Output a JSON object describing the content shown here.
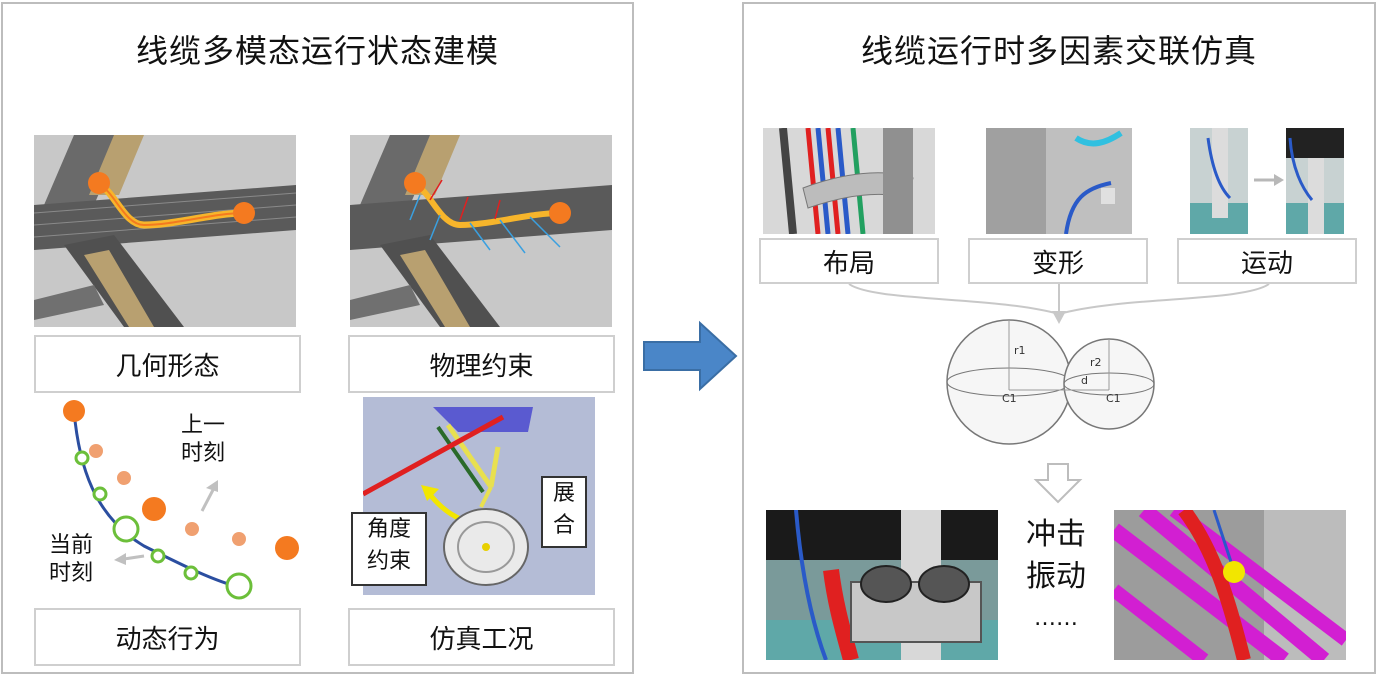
{
  "left_panel": {
    "title": "线缆多模态运行状态建模",
    "labels": {
      "geometry": "几何形态",
      "physics": "物理约束",
      "dynamics": "动态行为",
      "simulation": "仿真工况"
    },
    "dynamics_notes": {
      "previous_line1": "上一",
      "previous_line2": "时刻",
      "current_line1": "当前",
      "current_line2": "时刻"
    },
    "simulation_notes": {
      "angle_line1": "角度",
      "angle_line2": "约束",
      "deploy_line1": "展",
      "deploy_line2": "合"
    }
  },
  "right_panel": {
    "title": "线缆运行时多因素交联仿真",
    "labels": {
      "layout": "布局",
      "deformation": "变形",
      "motion": "运动"
    },
    "sphere_labels": {
      "r1": "r1",
      "r2": "r2",
      "c1_left": "C1",
      "c1_right": "C1",
      "d": "d"
    },
    "effects": {
      "line1": "冲击",
      "line2": "振动",
      "ellipsis": "……"
    }
  },
  "colors": {
    "panel_border": "#bdbdbd",
    "arrow_fill": "#4a86c8",
    "arrow_stroke": "#3a6ea5",
    "orange": "#f47a20",
    "green": "#6cbf3a",
    "blue_cable": "#2a5ac8",
    "magenta": "#d21fd2",
    "yellow": "#f2e600",
    "red": "#e02020"
  }
}
